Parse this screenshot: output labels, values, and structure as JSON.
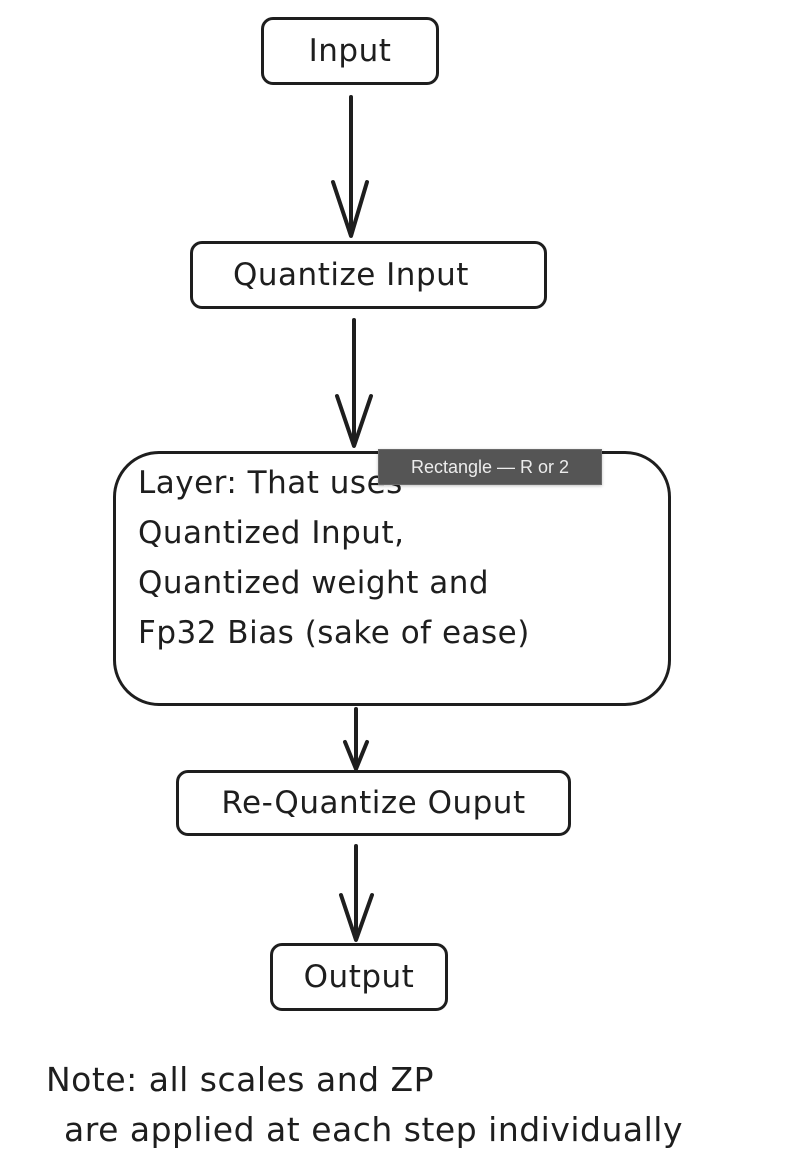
{
  "diagram": {
    "nodes": [
      {
        "id": "input",
        "label": "Input"
      },
      {
        "id": "quantize_input",
        "label": "Quantize Input"
      },
      {
        "id": "layer",
        "lines": [
          "Layer: That uses",
          "Quantized Input,",
          "Quantized weight and",
          "Fp32 Bias (sake of ease)"
        ]
      },
      {
        "id": "requantize_output",
        "label": "Re-Quantize Ouput"
      },
      {
        "id": "output",
        "label": "Output"
      }
    ],
    "edges": [
      {
        "from": "input",
        "to": "quantize_input"
      },
      {
        "from": "quantize_input",
        "to": "layer"
      },
      {
        "from": "layer",
        "to": "requantize_output"
      },
      {
        "from": "requantize_output",
        "to": "output"
      }
    ],
    "note": [
      "Note: all scales and ZP",
      "are applied at each step individually"
    ]
  },
  "tooltip": {
    "text": "Rectangle — R or 2"
  },
  "colors": {
    "stroke": "#1e1e1e",
    "background": "#ffffff",
    "tooltip_bg": "#555555",
    "tooltip_text": "#ececec"
  }
}
